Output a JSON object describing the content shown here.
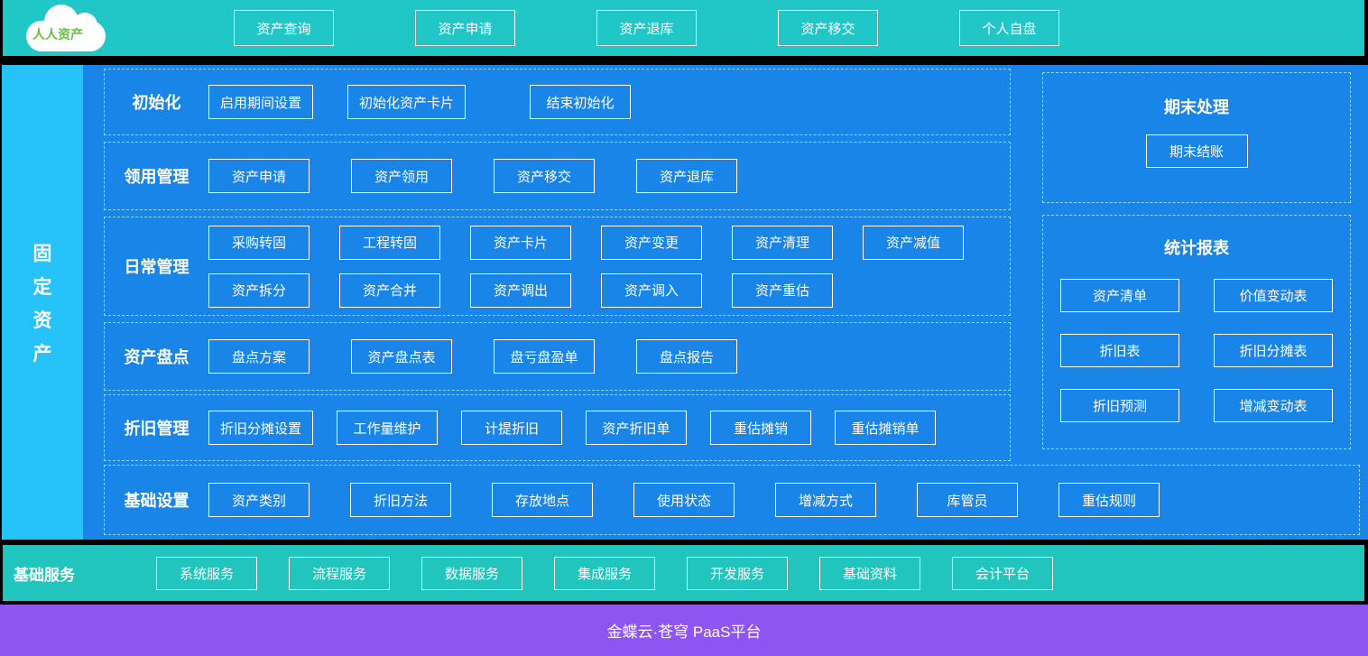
{
  "header": {
    "logo_text": "人人资产",
    "buttons": [
      "资产查询",
      "资产申请",
      "资产退库",
      "资产移交",
      "个人自盘"
    ]
  },
  "sidebar": {
    "title_chars": [
      "固",
      "定",
      "资",
      "产"
    ]
  },
  "sections": [
    {
      "label": "初始化",
      "buttons": [
        "启用期间设置",
        "初始化资产卡片",
        "结束初始化"
      ]
    },
    {
      "label": "领用管理",
      "buttons": [
        "资产申请",
        "资产领用",
        "资产移交",
        "资产退库"
      ]
    },
    {
      "label": "日常管理",
      "buttons": [
        "采购转固",
        "工程转固",
        "资产卡片",
        "资产变更",
        "资产清理",
        "资产减值",
        "资产拆分",
        "资产合并",
        "资产调出",
        "资产调入",
        "资产重估"
      ]
    },
    {
      "label": "资产盘点",
      "buttons": [
        "盘点方案",
        "资产盘点表",
        "盘亏盘盈单",
        "盘点报告"
      ]
    },
    {
      "label": "折旧管理",
      "buttons": [
        "折旧分摊设置",
        "工作量维护",
        "计提折旧",
        "资产折旧单",
        "重估摊销",
        "重估摊销单"
      ]
    },
    {
      "label": "基础设置",
      "buttons": [
        "资产类别",
        "折旧方法",
        "存放地点",
        "使用状态",
        "增减方式",
        "库管员",
        "重估规则"
      ]
    }
  ],
  "right_panels": [
    {
      "title": "期末处理",
      "buttons": [
        "期末结账"
      ]
    },
    {
      "title": "统计报表",
      "buttons": [
        "资产清单",
        "价值变动表",
        "折旧表",
        "折旧分摊表",
        "折旧预测",
        "增减变动表"
      ]
    }
  ],
  "services": {
    "label": "基础服务",
    "buttons": [
      "系统服务",
      "流程服务",
      "数据服务",
      "集成服务",
      "开发服务",
      "基础资料",
      "会计平台"
    ]
  },
  "platform": {
    "title": "金蝶云·苍穹 PaaS平台"
  },
  "colors": {
    "topbar_teal": "#21c7c6",
    "services_teal": "#21c5bd",
    "sidebar_blue": "#26c3fb",
    "main_blue": "#1a85e8",
    "platform_purple": "#8e55f2",
    "logo_green": "#67c33c",
    "dashed_border": "#8ed7f8",
    "button_border": "#ffffff"
  }
}
